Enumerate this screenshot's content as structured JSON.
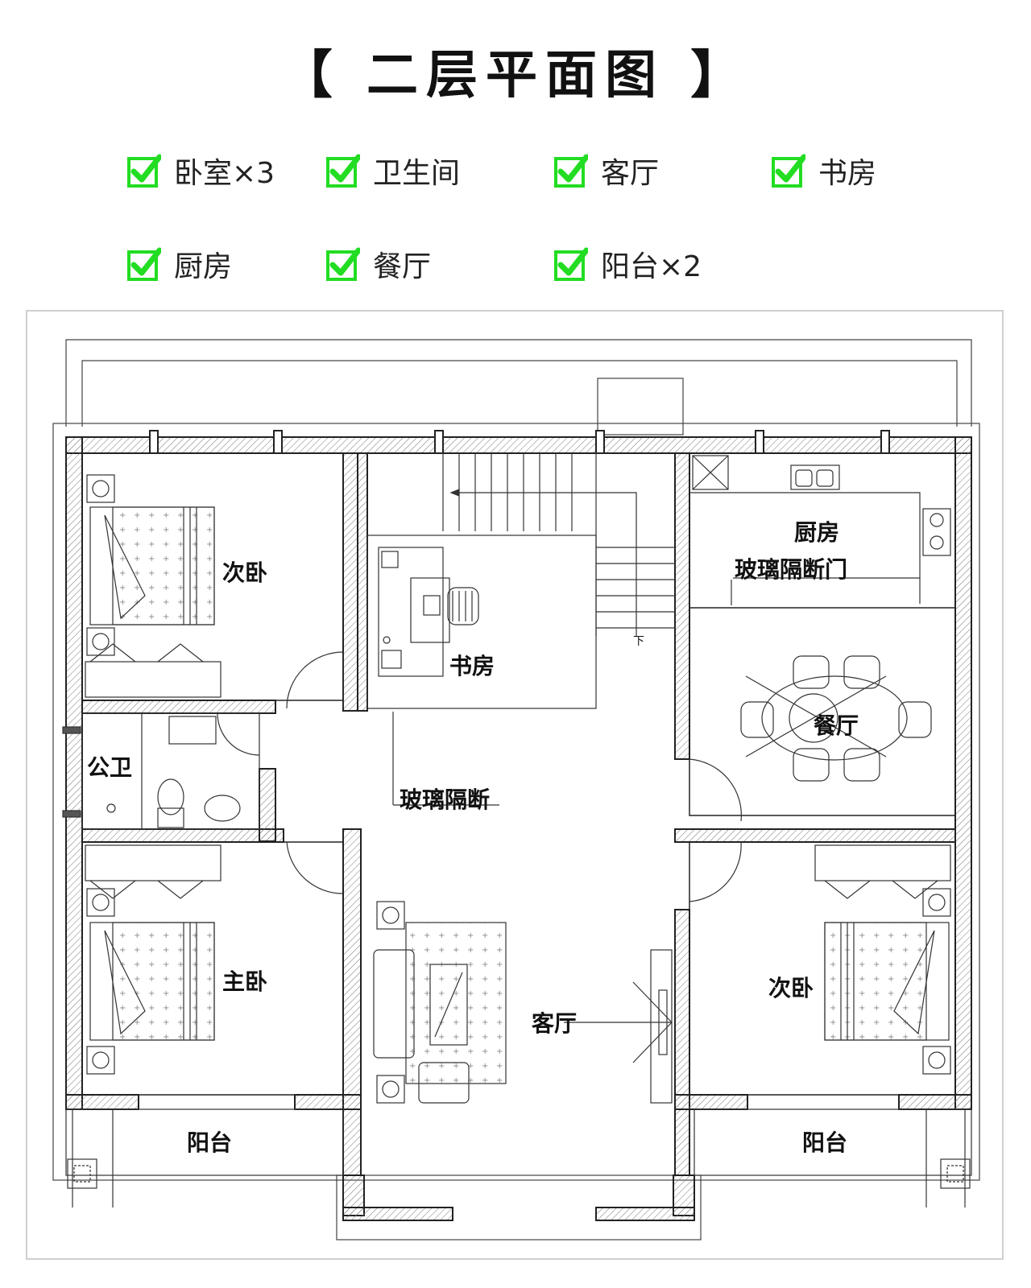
{
  "title": "【  二层平面图  】",
  "legend": [
    {
      "label": "卧室×3"
    },
    {
      "label": "卫生间"
    },
    {
      "label": "客厅"
    },
    {
      "label": "书房"
    },
    {
      "label": "厨房"
    },
    {
      "label": "餐厅"
    },
    {
      "label": "阳台×2"
    }
  ],
  "check_color": "#22dd22",
  "rooms": {
    "bedroom_top_left": "次卧",
    "study": "书房",
    "kitchen": "厨房",
    "glass_door": "玻璃隔断门",
    "dining": "餐厅",
    "toilet": "公卫",
    "glass_partition": "玻璃隔断",
    "master_bedroom": "主卧",
    "living_room": "客厅",
    "bedroom_right": "次卧",
    "balcony_left": "阳台",
    "balcony_right": "阳台"
  },
  "stair_mark": "下"
}
